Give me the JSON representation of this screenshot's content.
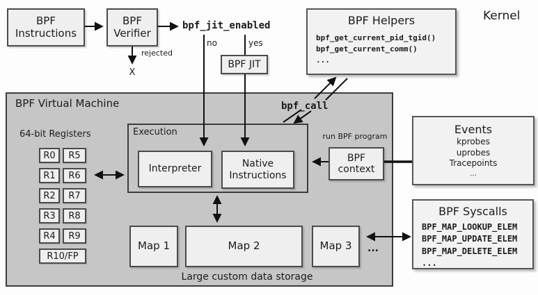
{
  "diagram": {
    "kernel_label": "Kernel",
    "pipeline": {
      "instructions": "BPF Instructions",
      "verifier": "BPF Verifier",
      "jit_enabled": "bpf_jit_enabled",
      "branch_no": "no",
      "branch_yes": "yes",
      "rejected": "rejected",
      "rejected_mark": "X",
      "jit": "BPF JIT"
    },
    "helpers": {
      "title": "BPF Helpers",
      "lines": [
        "bpf_get_current_pid_tgid()",
        "bpf_get_current_comm()",
        "..."
      ]
    },
    "vm": {
      "title": "BPF Virtual Machine",
      "registers_label": "64-bit Registers",
      "registers": [
        "R0",
        "R5",
        "R1",
        "R6",
        "R2",
        "R7",
        "R3",
        "R8",
        "R4",
        "R9",
        "R10/FP"
      ],
      "execution": {
        "title": "Execution",
        "interpreter": "Interpreter",
        "native": "Native Instructions"
      },
      "bpf_call": "bpf_call",
      "run_label": "run BPF program",
      "context": "BPF context",
      "maps": [
        "Map 1",
        "Map 2",
        "Map 3"
      ],
      "maps_more": "...",
      "storage_label": "Large custom data storage"
    },
    "events": {
      "title": "Events",
      "lines": [
        "kprobes",
        "uprobes",
        "Tracepoints",
        "..."
      ]
    },
    "syscalls": {
      "title": "BPF Syscalls",
      "lines": [
        "BPF_MAP_LOOKUP_ELEM",
        "BPF_MAP_UPDATE_ELEM",
        "BPF_MAP_DELETE_ELEM",
        "..."
      ]
    },
    "colors": {
      "vm_fill": "#c6c6c6",
      "box_fill": "#efefef",
      "panel_fill": "#f2f2f2",
      "border": "#4a4a4a",
      "arrow": "#111111",
      "background": "#fdfdfd"
    }
  }
}
